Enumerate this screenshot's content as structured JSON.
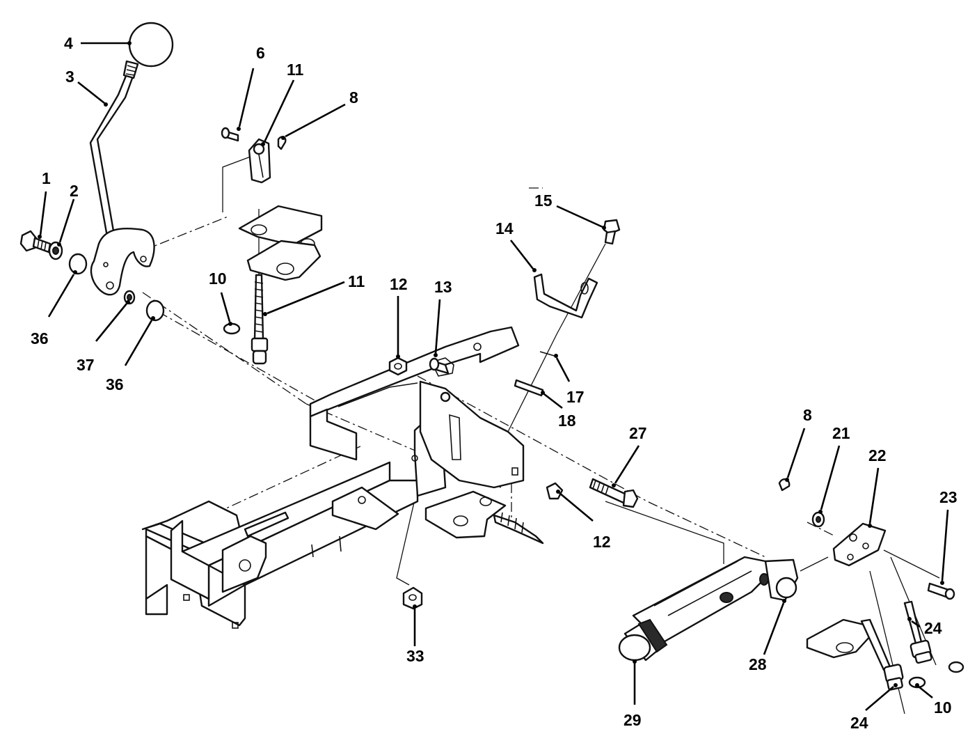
{
  "callouts": [
    {
      "id": "c-4",
      "text": "4"
    },
    {
      "id": "c-3",
      "text": "3"
    },
    {
      "id": "c-6",
      "text": "6"
    },
    {
      "id": "c-11a",
      "text": "11"
    },
    {
      "id": "c-8a",
      "text": "8"
    },
    {
      "id": "c-1",
      "text": "1"
    },
    {
      "id": "c-2",
      "text": "2"
    },
    {
      "id": "c-36a",
      "text": "36"
    },
    {
      "id": "c-37",
      "text": "37"
    },
    {
      "id": "c-36b",
      "text": "36"
    },
    {
      "id": "c-10a",
      "text": "10"
    },
    {
      "id": "c-11b",
      "text": "11"
    },
    {
      "id": "c-15",
      "text": "15"
    },
    {
      "id": "c-14",
      "text": "14"
    },
    {
      "id": "c-12a",
      "text": "12"
    },
    {
      "id": "c-13",
      "text": "13"
    },
    {
      "id": "c-17",
      "text": "17"
    },
    {
      "id": "c-18",
      "text": "18"
    },
    {
      "id": "c-27",
      "text": "27"
    },
    {
      "id": "c-12b",
      "text": "12"
    },
    {
      "id": "c-8b",
      "text": "8"
    },
    {
      "id": "c-21",
      "text": "21"
    },
    {
      "id": "c-22",
      "text": "22"
    },
    {
      "id": "c-23",
      "text": "23"
    },
    {
      "id": "c-24a",
      "text": "24"
    },
    {
      "id": "c-24b",
      "text": "24"
    },
    {
      "id": "c-10b",
      "text": "10"
    },
    {
      "id": "c-28",
      "text": "28"
    },
    {
      "id": "c-29",
      "text": "29"
    },
    {
      "id": "c-33",
      "text": "33"
    }
  ]
}
